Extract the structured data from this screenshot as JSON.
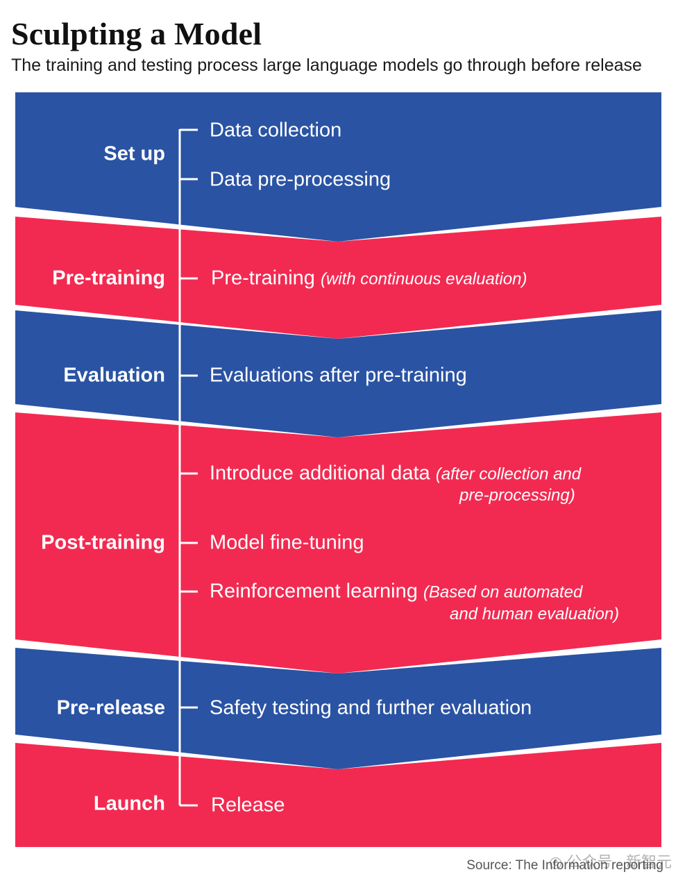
{
  "header": {
    "title": "Sculpting a Model",
    "subtitle": "The training and testing process large language models go through before release"
  },
  "colors": {
    "blue": "#2a53a3",
    "red": "#f22a51",
    "text": "#ffffff"
  },
  "stages": [
    {
      "label": "Set up",
      "color": "blue"
    },
    {
      "label": "Pre-training",
      "color": "red"
    },
    {
      "label": "Evaluation",
      "color": "blue"
    },
    {
      "label": "Post-training",
      "color": "red"
    },
    {
      "label": "Pre-release",
      "color": "blue"
    },
    {
      "label": "Launch",
      "color": "red"
    }
  ],
  "steps": {
    "data_collection": "Data collection",
    "data_preprocessing": "Data pre-processing",
    "pretraining": {
      "text": "Pre-training",
      "note": "(with continuous evaluation)"
    },
    "evaluations": "Evaluations after pre-training",
    "introduce": {
      "text": "Introduce additional data",
      "note": "(after collection and",
      "note2": "pre-processing)"
    },
    "finetuning": "Model fine-tuning",
    "rl": {
      "text": "Reinforcement learning",
      "note": "(Based on automated",
      "note2": "and human evaluation)"
    },
    "safety": "Safety testing and further evaluation",
    "release": "Release"
  },
  "footer": {
    "source": "Source: The Information reporting",
    "watermark": "公众号 · 新智元"
  }
}
